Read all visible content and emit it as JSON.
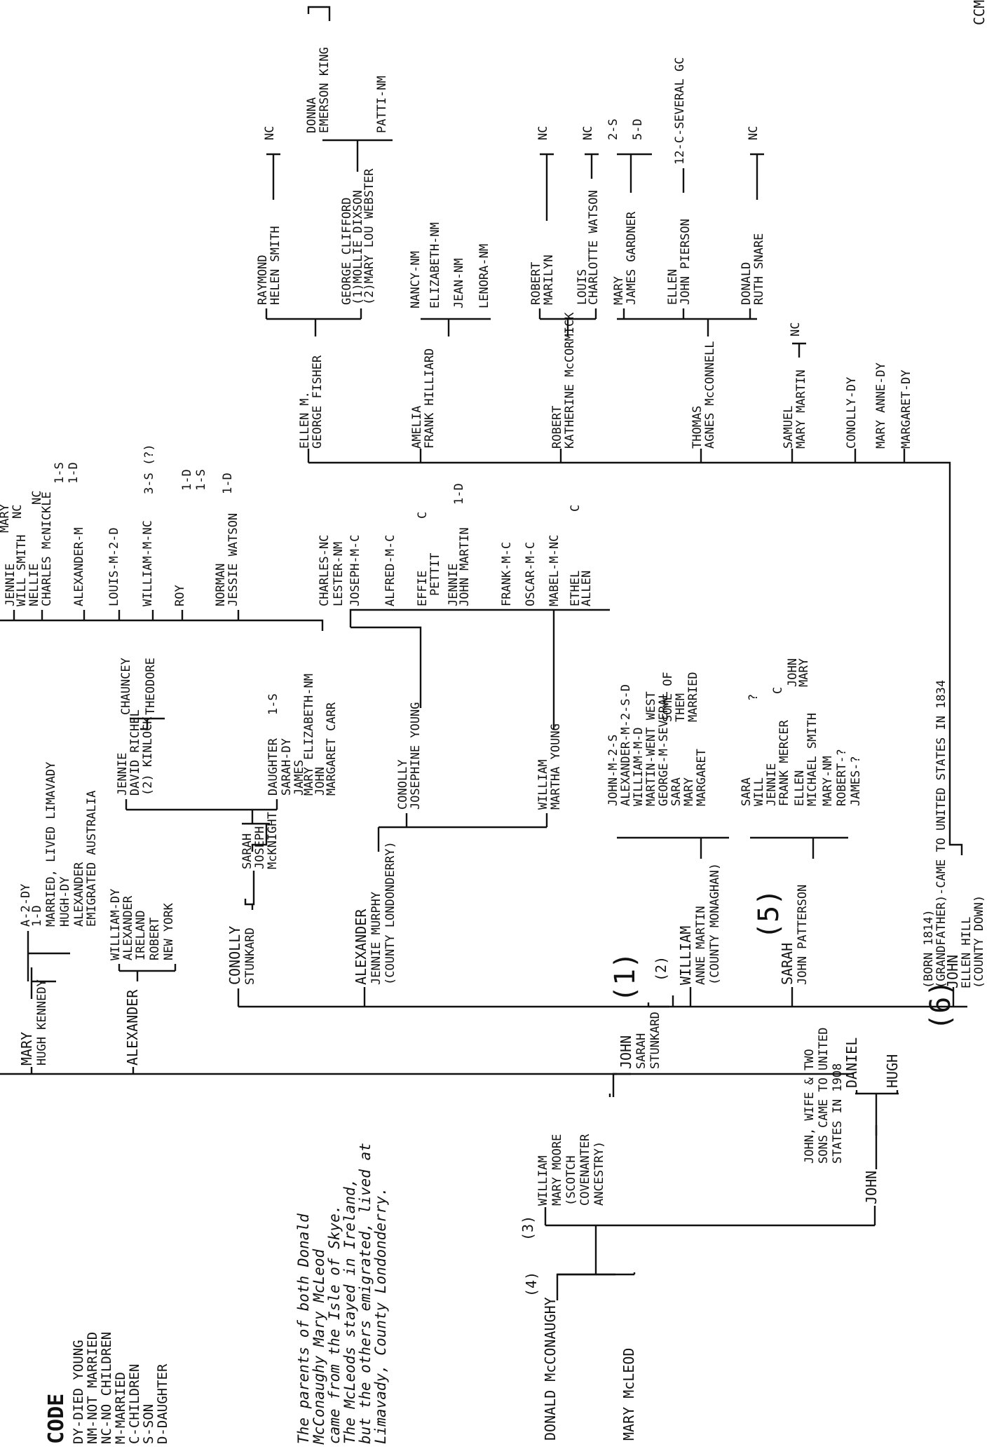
{
  "corner": "CCM",
  "code": {
    "title": "CODE",
    "lines": [
      "DY-DIED YOUNG",
      "NM-NOT MARRIED",
      "NC-NO CHILDREN",
      "M-MARRIED",
      "C-CHILDREN",
      "S-SON",
      "D-DAUGHTER"
    ]
  },
  "note": [
    "The parents of both Donald",
    "McConaughy Mary McLeod",
    "came from the Isle of Skye.",
    "The McLeods stayed in Ireland,",
    "but the others emigrated, lived at",
    "Limavady, County Londonderry."
  ],
  "marks": {
    "m1": "(1)",
    "m2": "(2)",
    "m3": "(3)",
    "m4": "(4)",
    "m5": "(5)",
    "m6": "(6)"
  },
  "root": {
    "a": "DONALD McCONAUGHY",
    "b": "MARY McLEOD"
  },
  "gen2": {
    "william": [
      "WILLIAM",
      "MARY MOORE",
      "(SCOTCH",
      "COVENANTER",
      "ANCESTRY)"
    ],
    "john_b": "JOHN",
    "john_wife_note": [
      "JOHN, WIFE & TWO",
      "SONS CAME TO UNITED",
      "STATES IN 1908"
    ],
    "daniel": "DANIEL",
    "hugh": "HUGH",
    "mary": [
      "MARY",
      "HUGH KENNEDY"
    ],
    "mary_kids": [
      "A-2-DY",
      "1-D",
      "MARRIED, LIVED LIMAVADY",
      "HUGH-DY",
      "ALEXANDER",
      "EMIGRATED AUSTRALIA"
    ],
    "alexander": "ALEXANDER",
    "alexander_kids": [
      "WILLIAM-DY",
      "ALEXANDER",
      "IRELAND",
      "ROBERT",
      "NEW YORK"
    ],
    "john_sarah": [
      "JOHN",
      "SARAH",
      "STUNKARD"
    ]
  },
  "gen3": {
    "conolly": [
      "CONOLLY",
      "STUNKARD"
    ],
    "sarah_joseph": [
      "SARAH",
      "JOSEPH",
      "McKNIGHT"
    ],
    "alexander": [
      "ALEXANDER",
      "JENNIE MURPHY",
      "(COUNTY LONDONDERRY)"
    ],
    "william": [
      "WILLIAM",
      "ANNE MARTIN",
      "(COUNTY MONAGHAN)"
    ],
    "sarah_john": [
      "SARAH",
      "JOHN PATTERSON"
    ],
    "john": [
      "(BORN 1814)",
      "(GRANDFATHER)-CAME TO UNITED STATES IN 1834",
      "JOHN",
      "ELLEN HILL",
      "(COUNTY DOWN)"
    ]
  },
  "conolly_kids": {
    "jennie": [
      "JENNIE",
      "DAVID RICHEL",
      "(2) KINLOCK"
    ],
    "jennie_kids": [
      "CHAUNCEY",
      "THEODORE"
    ],
    "daughter": "DAUGHTER",
    "daughter_tag": "1-S",
    "sarah": "SARAH-DY",
    "james": [
      "JAMES",
      "MARY ELIZABETH-NM"
    ],
    "john_marg": [
      "JOHN",
      "MARGARET CARR"
    ],
    "top": [
      "JENNIE",
      "WILL SMITH",
      "NELLIE",
      "CHARLES McNICKLE",
      "ALEXANDER-M",
      "LOUIS-M-2-D",
      "WILLIAM-M-NC",
      "ROY",
      "NORMAN",
      "JESSIE WATSON"
    ],
    "top_tags": [
      "NC",
      "NC",
      "1-S",
      "1-D",
      "3-S (?)",
      "1-D",
      "1-S",
      "1-D",
      "MARY"
    ]
  },
  "alex_kids": {
    "conolly": [
      "CONOLLY",
      "JOSEPHINE YOUNG"
    ],
    "names": [
      "CHARLES-NC",
      "LESTER-NM",
      "JOSEPH-M-C",
      "ALFRED-M-C",
      "EFFIE",
      "PETTIT",
      "JENNIE",
      "JOHN MARTIN"
    ],
    "tags": [
      "C",
      "1-D"
    ],
    "william": [
      "WILLIAM",
      "MARTHA YOUNG"
    ],
    "wm_names": [
      "FRANK-M-C",
      "OSCAR-M-C",
      "MABEL-M-NC",
      "ETHEL",
      "ALLEN"
    ],
    "wm_tags": [
      "C"
    ]
  },
  "william_kids": [
    "JOHN-M-2-S",
    "ALEXANDER-M-2-S-D",
    "WILLIAM-M-D",
    "MARTIN-WENT WEST",
    "GEORGE-M-SEVERAL",
    "SARA",
    "MARY",
    "MARGARET"
  ],
  "william_note": [
    "SOME OF",
    "THEM",
    "MARRIED"
  ],
  "sarah_kids": [
    "SARA",
    "WILL",
    "JENNIE",
    "FRANK MERCER",
    "ELLEN",
    "MICHAEL SMITH",
    "MARY-NM",
    "ROBERT-?",
    "JAMES-?"
  ],
  "sarah_tags": [
    "?",
    "C",
    "JOHN",
    "MARY"
  ],
  "john_kids": {
    "ellen": [
      "ELLEN M.",
      "GEORGE FISHER"
    ],
    "ellen_kids": [
      "RAYMOND",
      "HELEN SMITH",
      "GEORGE CLIFFORD",
      "(1)MOLLIE DIXSON",
      "(2)MARY LOU WEBSTER"
    ],
    "ellen_tags": [
      "NC",
      "DONNA",
      "EMERSON KING",
      "PATTI-NM"
    ],
    "amelia": [
      "AMELIA",
      "FRANK HILLIARD"
    ],
    "amelia_kids": [
      "NANCY-NM",
      "ELIZABETH-NM",
      "JEAN-NM",
      "LENORA-NM"
    ],
    "robert": [
      "ROBERT",
      "KATHERINE McCORMICK"
    ],
    "robert_kids": [
      "ROBERT",
      "MARILYN",
      "LOUIS",
      "CHARLOTTE WATSON"
    ],
    "robert_tags": [
      "NC",
      "NC"
    ],
    "thomas": [
      "THOMAS",
      "AGNES McCONNELL"
    ],
    "thomas_kids": [
      "MARY",
      "JAMES GARDNER",
      "ELLEN",
      "JOHN PIERSON",
      "DONALD",
      "RUTH SNARE"
    ],
    "thomas_tags": [
      "2-S",
      "5-D",
      "12-C-SEVERAL GC",
      "NC"
    ],
    "samuel": [
      "SAMUEL",
      "MARY MARTIN"
    ],
    "samuel_tag": "NC",
    "conolly": "CONOLLY-DY",
    "mary_anne": "MARY ANNE-DY",
    "margaret": "MARGARET-DY"
  }
}
